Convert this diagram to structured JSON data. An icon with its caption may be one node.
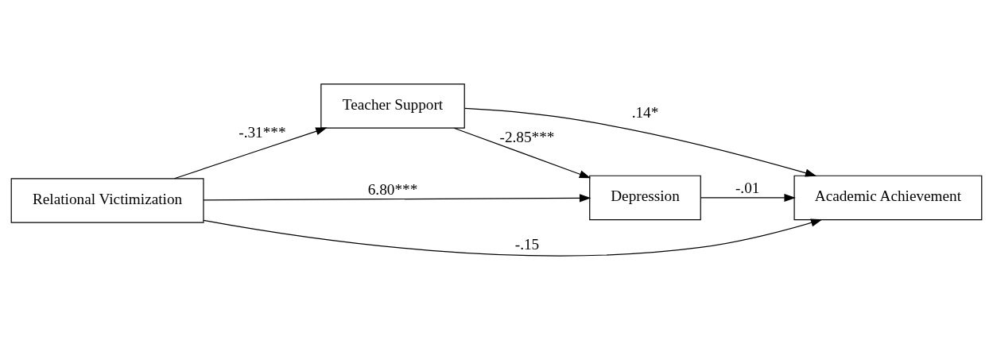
{
  "diagram": {
    "nodes": [
      {
        "text": [
          "Teacher Support"
        ]
      },
      {
        "text": [
          "Depression"
        ]
      },
      {
        "text": [
          "Relational Victimization"
        ]
      },
      {
        "text": [
          "Academic Achievement"
        ]
      }
    ],
    "edges": [
      {
        "from": 2,
        "to": 0,
        "arrow": "to",
        "label": "-.31***"
      },
      {
        "from": 0,
        "to": 1,
        "arrow": "to",
        "label": "-2.85***"
      },
      {
        "from": 2,
        "to": 1,
        "arrow": "to",
        "label": "6.80***"
      },
      {
        "from": 0,
        "to": 3,
        "arrow": "to",
        "label": ".14*"
      },
      {
        "from": 1,
        "to": 3,
        "arrow": "to",
        "label": "-.01"
      },
      {
        "from": 2,
        "to": 3,
        "arrow": "to",
        "label": "-.15"
      }
    ]
  }
}
